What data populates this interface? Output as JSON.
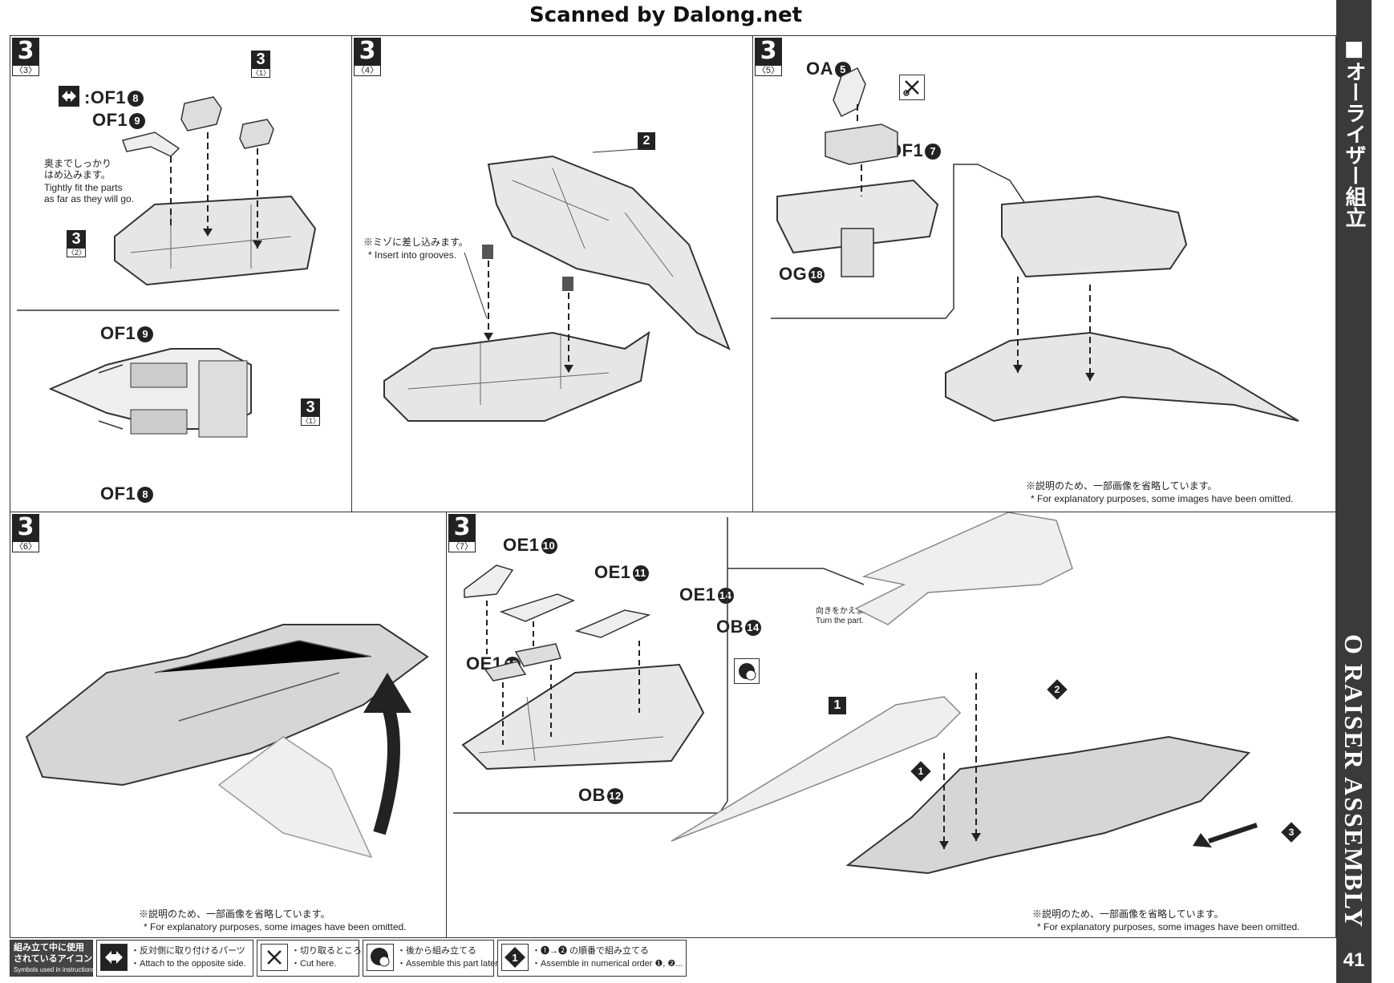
{
  "header": {
    "scan_credit": "Scanned by Dalong.net"
  },
  "sidebar": {
    "title_jp": "■オーライザー組立",
    "title_en": "O RAISER ASSEMBLY",
    "page_number": "41"
  },
  "panels": {
    "p1": {
      "step": "3",
      "sub": "〈3〉",
      "parts": [
        "OF1",
        "OF1"
      ],
      "part_nums": [
        "8",
        "9"
      ],
      "step_ref_top": {
        "n": "3",
        "s": "〈1〉"
      },
      "step_ref_left": {
        "n": "3",
        "s": "〈2〉"
      },
      "note_jp": "奥までしっかり\nはめ込みます。",
      "note_en": "Tightly fit the parts\nas far as they will go.",
      "bottom_labels": [
        {
          "code": "OF1",
          "num": "9"
        },
        {
          "code": "OF1",
          "num": "8"
        }
      ],
      "bottom_ref": {
        "n": "3",
        "s": "〈1〉"
      }
    },
    "p2": {
      "step": "3",
      "sub": "〈4〉",
      "ref": "2",
      "note_jp": "※ミゾに差し込みます。",
      "note_en": "* Insert into grooves."
    },
    "p3": {
      "step": "3",
      "sub": "〈5〉",
      "parts": [
        {
          "code": "OA",
          "num": "5"
        },
        {
          "code": "OF1",
          "num": "7"
        },
        {
          "code": "OG",
          "num": "18"
        }
      ],
      "omit_jp": "※説明のため、一部画像を省略しています。",
      "omit_en": "* For explanatory purposes, some images have been omitted."
    },
    "p4": {
      "step": "3",
      "sub": "〈6〉",
      "omit_jp": "※説明のため、一部画像を省略しています。",
      "omit_en": "* For explanatory purposes, some images have been omitted."
    },
    "p5": {
      "step": "3",
      "sub": "〈7〉",
      "parts": [
        {
          "code": "OE1",
          "num": "10"
        },
        {
          "code": "OE1",
          "num": "11"
        },
        {
          "code": "OE1",
          "num": "14"
        },
        {
          "code": "OB",
          "num": "14"
        },
        {
          "code": "OE1",
          "num": "15"
        },
        {
          "code": "OB",
          "num": "12"
        }
      ],
      "turn_jp": "向きをかえます。",
      "turn_en": "Turn the part.",
      "order": [
        "1",
        "2",
        "3"
      ],
      "ref": "1",
      "omit_jp": "※説明のため、一部画像を省略しています。",
      "omit_en": "* For explanatory purposes, some images have been omitted."
    }
  },
  "legend": {
    "title_jp": "組み立て中に使用\nされているアイコン",
    "title_en": "Symbols used in instructions",
    "items": [
      {
        "jp": "・反対側に取り付けるパーツ",
        "en": "・Attach to the opposite side."
      },
      {
        "jp": "・切り取るところ",
        "en": "・Cut here."
      },
      {
        "jp": "・後から組み立てる",
        "en": "・Assemble this part later."
      },
      {
        "jp": "・❶→❷ の順番で組み立てる",
        "en": "・Assemble in numerical order ❶, ❷..."
      }
    ]
  }
}
